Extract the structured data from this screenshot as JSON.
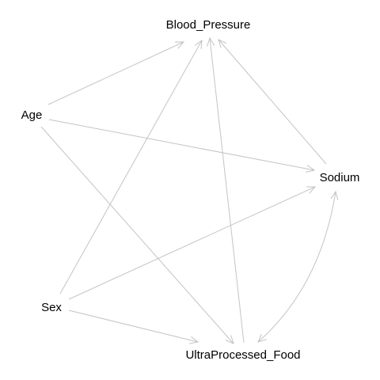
{
  "nodes": {
    "blood_pressure": "Blood_Pressure",
    "age": "Age",
    "sodium": "Sodium",
    "sex": "Sex",
    "ultra_processed_food": "UltraProcessed_Food"
  },
  "edges": [
    {
      "from": "age",
      "to": "blood_pressure"
    },
    {
      "from": "age",
      "to": "sodium"
    },
    {
      "from": "age",
      "to": "ultra_processed_food"
    },
    {
      "from": "sex",
      "to": "blood_pressure"
    },
    {
      "from": "sex",
      "to": "sodium"
    },
    {
      "from": "sex",
      "to": "ultra_processed_food"
    },
    {
      "from": "sodium",
      "to": "blood_pressure"
    },
    {
      "from": "ultra_processed_food",
      "to": "blood_pressure"
    },
    {
      "from": "sodium",
      "to": "ultra_processed_food"
    }
  ],
  "colors": {
    "edge": "#c4c4c4",
    "label": "#000000",
    "background": "#ffffff"
  }
}
